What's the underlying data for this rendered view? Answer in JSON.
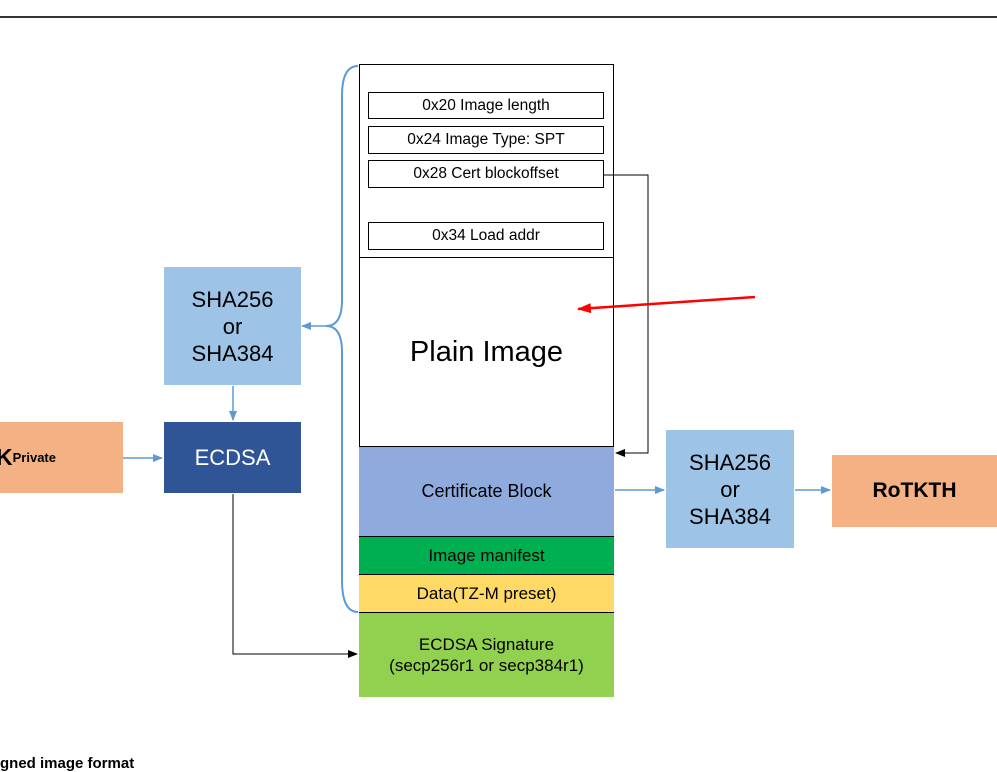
{
  "diagram": {
    "header_fields": [
      "0x20 Image length",
      "0x24 Image Type: SPT",
      "0x28 Cert blockoffset",
      "0x34 Load addr"
    ],
    "plain_image": "Plain Image",
    "certificate_block": "Certificate Block",
    "image_manifest": "Image manifest",
    "data_block": "Data(TZ-M preset)",
    "signature_line1": "ECDSA Signature",
    "signature_line2": "(secp256r1 or secp384r1)",
    "hash_left": [
      "SHA256",
      "or",
      "SHA384"
    ],
    "hash_right": [
      "SHA256",
      "or",
      "SHA384"
    ],
    "ecdsa": "ECDSA",
    "private_key_letter": "K",
    "private_key_subscript": "Private",
    "rotkth": "RoTKTH",
    "caption": "gned image format"
  },
  "colors": {
    "light_blue": "#9dc3e6",
    "dark_blue": "#2f5597",
    "orange": "#f4b183",
    "cert_blue": "#8faadc",
    "manifest_green": "#00b050",
    "data_yellow": "#ffd966",
    "signature_green": "#92d050",
    "red_arrow": "#ff0000"
  }
}
